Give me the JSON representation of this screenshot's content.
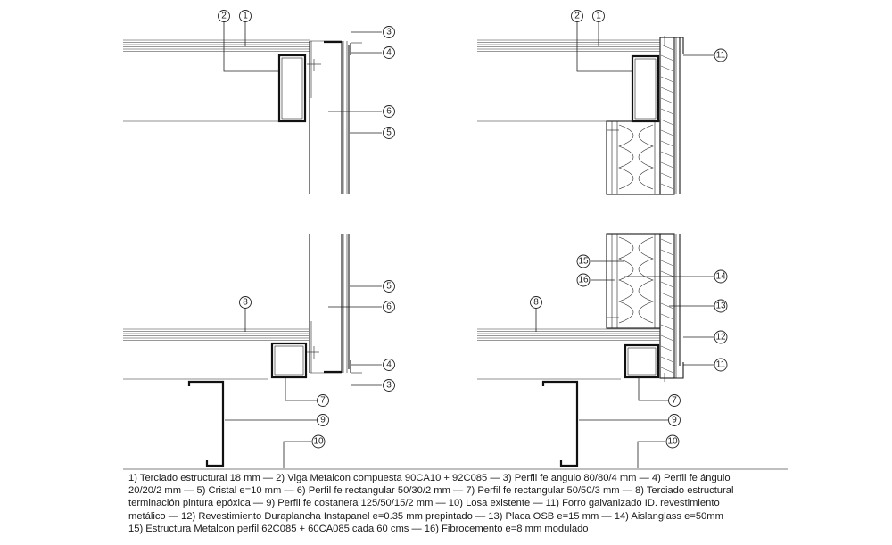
{
  "legend_lines": [
    "1) Terciado estructural 18 mm — 2) Viga Metalcon compuesta 90CA10 + 92C085 — 3) Perfil fe angulo 80/80/4 mm — 4) Perfil fe ángulo",
    "20/20/2 mm — 5) Cristal e=10 mm — 6) Perfil fe rectangular 50/30/2 mm — 7) Perfil fe rectangular 50/50/3 mm — 8) Terciado estructural",
    "terminación pintura epóxica — 9) Perfil fe costanera 125/50/15/2 mm — 10) Losa existente — 11) Forro galvanizado ID. revestimiento",
    "metálico — 12) Revestimiento Duraplancha Instapanel e=0.35 mm prepintado — 13) Placa OSB e=15 mm — 14) Aislanglass e=50mm",
    "15) Estructura Metalcon perfil 62C085 + 60CA085 cada 60 cms — 16) Fibrocemento e=8 mm modulado"
  ],
  "callouts": {
    "top_left": [
      "1",
      "2",
      "3",
      "4",
      "5",
      "6"
    ],
    "top_right": [
      "1",
      "2",
      "11"
    ],
    "bottom_left": [
      "3",
      "4",
      "5",
      "6",
      "7",
      "8",
      "9",
      "10"
    ],
    "bottom_right": [
      "7",
      "8",
      "9",
      "10",
      "11",
      "12",
      "13",
      "14",
      "15",
      "16"
    ]
  }
}
